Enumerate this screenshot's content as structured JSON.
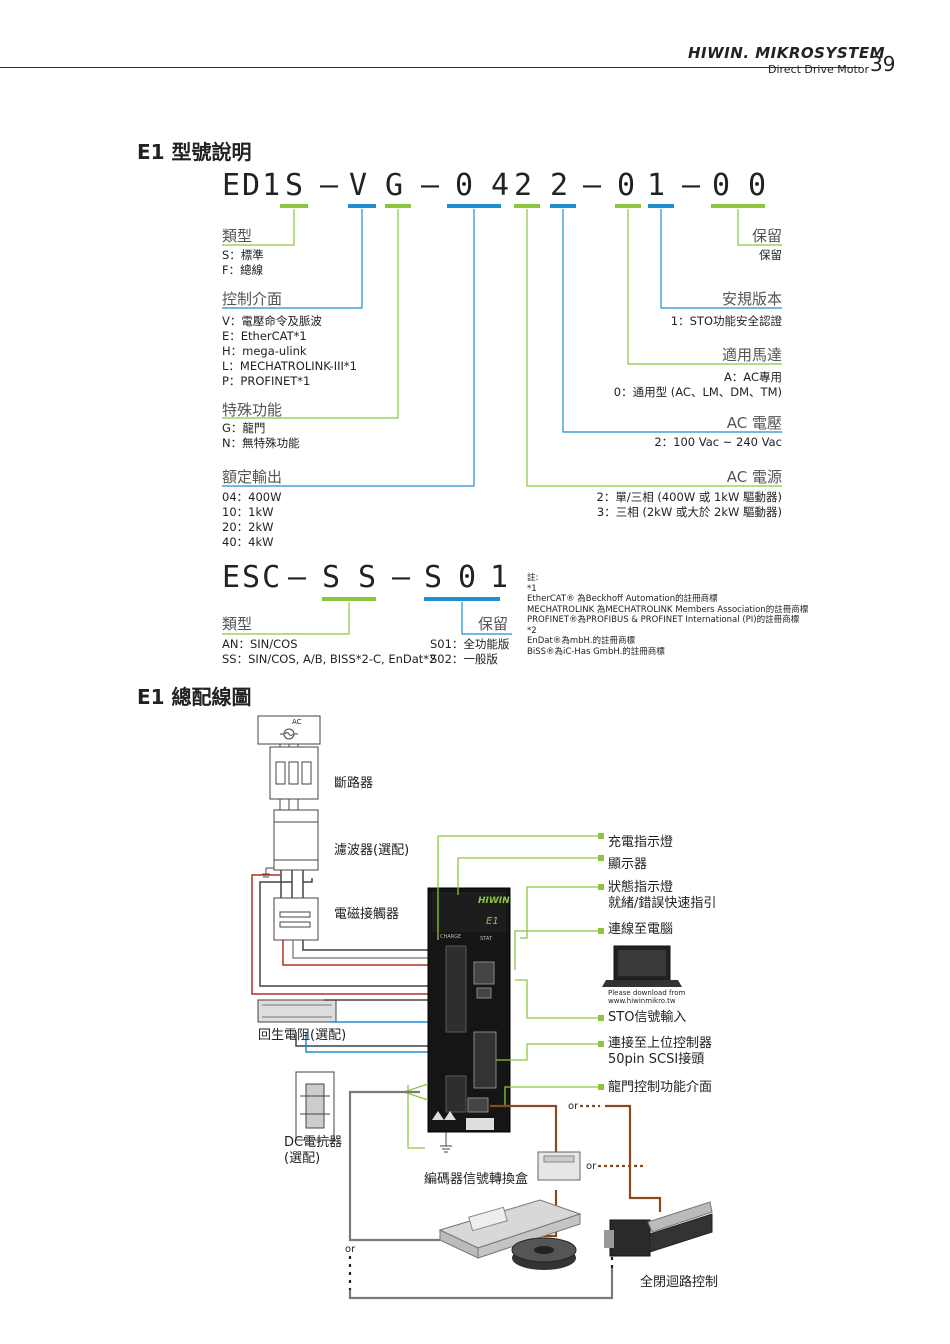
{
  "header": {
    "brand": "HIWIN. MIKROSYSTEM",
    "subtitle": "Direct Drive Motor",
    "page_number": "39"
  },
  "section_model": {
    "title": "E1 型號說明",
    "code_chars": [
      "ED1",
      "S",
      "–",
      "V",
      "G",
      "–",
      "0",
      "4",
      "2",
      "2",
      "–",
      "0",
      "1",
      "–",
      "0",
      "0"
    ],
    "type": {
      "label": "類型",
      "options": "S：標準\nF：總線"
    },
    "interface": {
      "label": "控制介面",
      "options": "V：電壓命令及脈波\nE：EtherCAT*1\nH：mega-ulink\nL：MECHATROLINK-III*1\nP：PROFINET*1"
    },
    "special": {
      "label": "特殊功能",
      "options": "G：龍門\nN：無特殊功能"
    },
    "rated": {
      "label": "額定輸出",
      "options": "04：400W\n10：1kW\n20：2kW\n40：4kW"
    },
    "reserved": {
      "label": "保留",
      "options": "保留"
    },
    "safety": {
      "label": "安規版本",
      "options": "1：STO功能安全認證"
    },
    "motor": {
      "label": "適用馬達",
      "options": "A：AC專用\n0：通用型 (AC、LM、DM、TM)"
    },
    "ac_voltage": {
      "label": "AC 電壓",
      "options": "2：100 Vac ~ 240 Vac"
    },
    "ac_power": {
      "label": "AC 電源",
      "options": "2：單/三相 (400W 或 1kW 驅動器)\n3：三相 (2kW 或大於 2kW 驅動器)"
    },
    "esc_code_chars": [
      "ESC",
      "–",
      "S",
      "S",
      "–",
      "S",
      "0",
      "1"
    ],
    "esc_type": {
      "label": "類型",
      "options": "AN：SIN/COS\nSS：SIN/COS, A/B, BISS*2-C, EnDat*2"
    },
    "esc_reserved": {
      "label": "保留",
      "options": "S01：全功能版\nS02：一般版"
    },
    "notes": "註:\n*1\nEtherCAT® 為Beckhoff Automation的註冊商標\nMECHATROLINK 為MECHATROLINK Members Association的註冊商標\nPROFINET®為PROFIBUS & PROFINET International (PI)的註冊商標\n*2\nEnDat®為mbH.的註冊商標\nBiSS®為iC-Has GmbH.的註冊商標"
  },
  "section_wiring": {
    "title": "E1 總配線圖",
    "ac": "AC",
    "breaker": "斷路器",
    "filter": "濾波器(選配)",
    "contactor": "電磁接觸器",
    "regen": "回生電阻(選配)",
    "dc_reactor": "DC電抗器\n(選配)",
    "encoder_box": "編碼器信號轉換盒",
    "charge_led": "充電指示燈",
    "display": "顯示器",
    "status_led": "狀態指示燈\n就緒/錯誤快速指引",
    "pc": "連線至電腦",
    "download": "Please download from\nwww.hiwinmikro.tw",
    "sto": "STO信號輸入",
    "upper": "連接至上位控制器\n50pin SCSI接頭",
    "gantry": "龍門控制功能介面",
    "closed_loop": "全閉迴路控制",
    "or": "or",
    "drive_brand": "HIWIN",
    "drive_model": "E1",
    "charge": "CHARGE",
    "stat": "STAT"
  },
  "colors": {
    "green": "#8cc63f",
    "blue": "#1f8fd0",
    "brown": "#8a4a1e",
    "red": "#b0302a",
    "gray": "#7a7a7a"
  }
}
